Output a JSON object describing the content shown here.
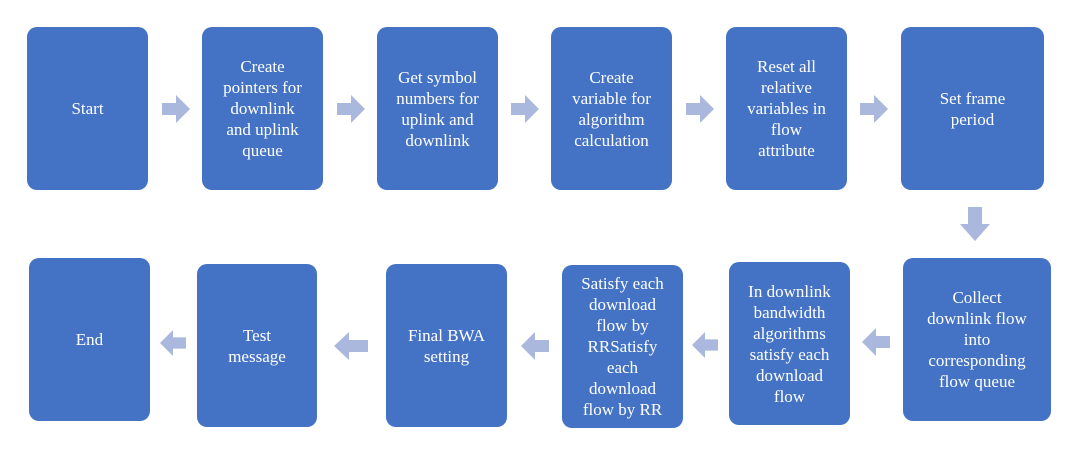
{
  "steps": [
    {
      "id": "start",
      "label": "Start"
    },
    {
      "id": "create-pointers",
      "label": "Create\npointers for\ndownlink\nand uplink\nqueue"
    },
    {
      "id": "get-symbol-numbers",
      "label": "Get symbol\nnumbers for\nuplink and\ndownlink"
    },
    {
      "id": "create-variable",
      "label": "Create\nvariable for\nalgorithm\ncalculation"
    },
    {
      "id": "reset-variables",
      "label": "Reset all\nrelative\nvariables in\nflow\nattribute"
    },
    {
      "id": "set-frame-period",
      "label": "Set frame\nperiod"
    },
    {
      "id": "collect-downlink-flow",
      "label": "Collect\ndownlink flow\ninto\ncorresponding\nflow queue"
    },
    {
      "id": "downlink-bandwidth-algorithms",
      "label": "In downlink\nbandwidth\nalgorithms\nsatisfy each\ndownload\nflow"
    },
    {
      "id": "satisfy-each-flow-rr",
      "label": "Satisfy each\ndownload\nflow by\nRRSatisfy\neach\ndownload\nflow by RR"
    },
    {
      "id": "final-bwa-setting",
      "label": "Final BWA\nsetting"
    },
    {
      "id": "test-message",
      "label": "Test\nmessage"
    },
    {
      "id": "end",
      "label": "End"
    }
  ],
  "colors": {
    "box": "#4472c4",
    "arrow": "#a9b8dc",
    "text": "#ffffff"
  }
}
